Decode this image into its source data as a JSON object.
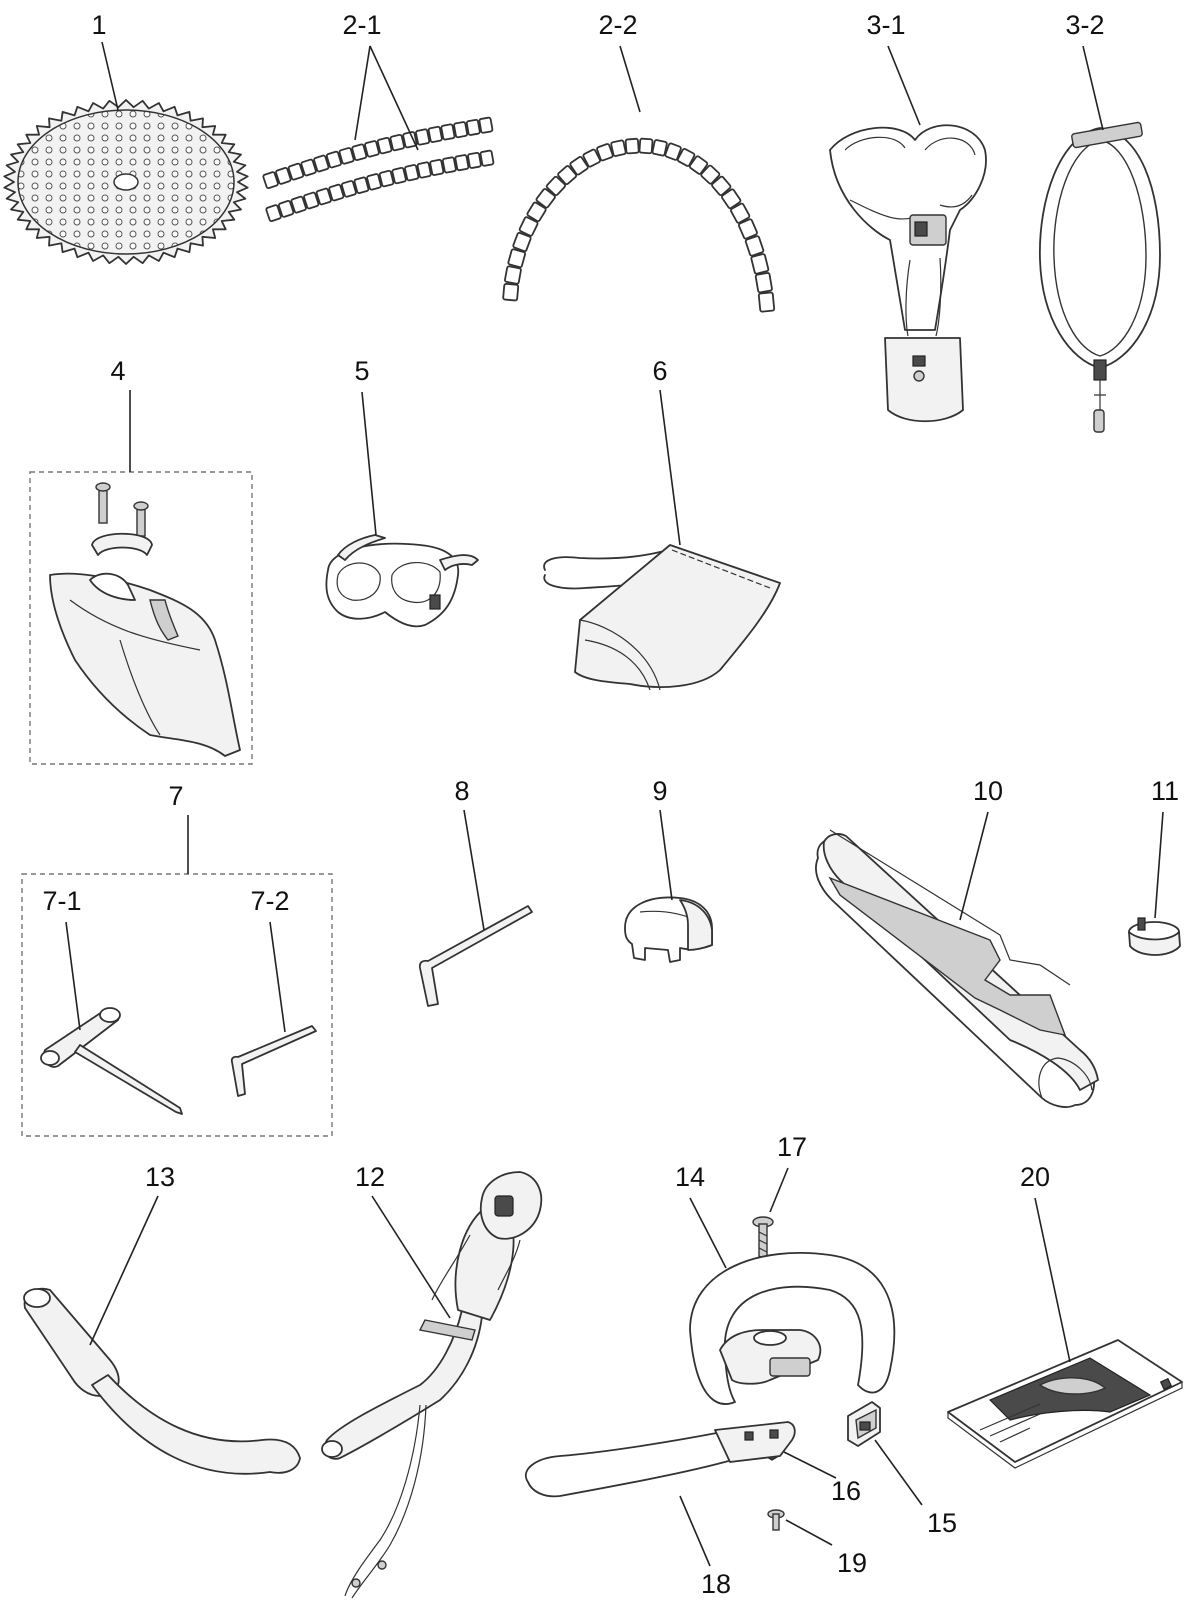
{
  "labels": {
    "p1": "1",
    "p2_1": "2-1",
    "p2_2": "2-2",
    "p3_1": "3-1",
    "p3_2": "3-2",
    "p4": "4",
    "p5": "5",
    "p6": "6",
    "p7": "7",
    "p7_1": "7-1",
    "p7_2": "7-2",
    "p8": "8",
    "p9": "9",
    "p10": "10",
    "p11": "11",
    "p12": "12",
    "p13": "13",
    "p14": "14",
    "p15": "15",
    "p16": "16",
    "p17": "17",
    "p18": "18",
    "p19": "19",
    "p20": "20"
  }
}
